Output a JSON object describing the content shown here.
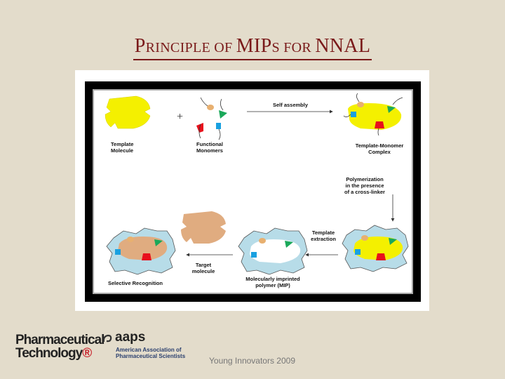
{
  "slide": {
    "title": {
      "part1_big": "P",
      "part1_small": "RINCIPLE OF ",
      "part2_big": "MIP",
      "part2_small": "S FOR ",
      "part3_big": "NNAL"
    },
    "footer_text": "Young Innovators 2009"
  },
  "diagram": {
    "labels": {
      "template_molecule": [
        "Template",
        "Molecule"
      ],
      "functional_monomers": [
        "Functional",
        "Monomers"
      ],
      "self_assembly": "Self assembly",
      "template_monomer_complex": [
        "Template-Monomer",
        "Complex"
      ],
      "polymerization": [
        "Polymerization",
        "in the presence",
        "of a cross-linker"
      ],
      "template_extraction": [
        "Template",
        "extraction"
      ],
      "target_molecule": [
        "Target",
        "molecule"
      ],
      "mip": [
        "Molecularly imprinted",
        "polymer (MIP)"
      ],
      "selective_recognition": "Selective Recognition",
      "plus": "+"
    },
    "colors": {
      "template": "#f4f000",
      "target": "#e0ac80",
      "polymer": "#b7dce8",
      "monomer_red": "#e8101c",
      "monomer_blue": "#19a0e0",
      "monomer_green": "#1aa85a",
      "monomer_tan": "#e8b070"
    }
  },
  "logos": {
    "pharm_line1": "Pharmaceutical",
    "pharm_line2_a": "Technology",
    "pharm_line2_b": "®",
    "aaps_word": "aaps",
    "aaps_sub": [
      "American Association of",
      "Pharmaceutical Scientists"
    ]
  }
}
